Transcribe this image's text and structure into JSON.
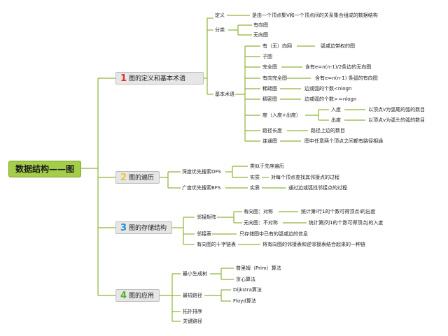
{
  "root": {
    "title": "数据结构——图"
  },
  "colors": {
    "branch_line": "#8fb53a",
    "root_fill": "#a4cd48",
    "section_fill": "#e6e6e6",
    "num1": "#e0302a",
    "num2": "#f0c430",
    "num3": "#1f8fd8",
    "num4": "#58b030"
  },
  "sections": [
    {
      "num": "1",
      "label": "图的定义和基本术语",
      "items": {
        "definition": {
          "label": "定义",
          "text": "是由一个顶点集V和一个顶点间的关系集合组成的数据结构"
        },
        "classification": {
          "label": "分类",
          "types": [
            "有向图",
            "无向图"
          ]
        },
        "basic_terms": {
          "label": "基本术语",
          "terms": [
            {
              "label": "有（无）向网",
              "desc": "弧或边带权的图"
            },
            {
              "label": "子图",
              "desc": ""
            },
            {
              "label": "完全图",
              "desc": "含有e=n(n-1)/2条边的无向图"
            },
            {
              "label": "有向完全图",
              "desc": "含有e=n(n-1) 条弧的有向图"
            },
            {
              "label": "稀疏图",
              "desc": "边或弧的个数<nlogn"
            },
            {
              "label": "稠密图",
              "desc": "边或弧的个数>＝nlogn"
            },
            {
              "label": "度（入度+出度）",
              "desc": ""
            },
            {
              "label": "路径长度",
              "desc": "路径上边的数目"
            },
            {
              "label": "连通图",
              "desc": "图中任意两个顶点之间都有路径相通"
            }
          ],
          "degree": [
            {
              "label": "入度",
              "desc": "以顶点v为弧尾的弧的数目"
            },
            {
              "label": "出度",
              "desc": "以顶点v为弧头的弧的数目"
            }
          ]
        }
      }
    },
    {
      "num": "2",
      "label": "图的遍历",
      "dfs": {
        "label": "深度优先搜索DFS",
        "items": [
          {
            "label": "类似于先序遍历",
            "desc": ""
          },
          {
            "label": "实质",
            "desc": "对每个顶点查找其邻接点的过程"
          }
        ]
      },
      "bfs": {
        "label": "广度优先搜索BFS",
        "items": [
          {
            "label": "实质",
            "desc": "通过边或弧找邻接点的过程"
          }
        ]
      }
    },
    {
      "num": "3",
      "label": "图的存储结构",
      "matrix": {
        "label": "邻接矩阵",
        "items": [
          {
            "label": "有向图：对称",
            "desc": "统计第i行1的个数可得顶点i的出度"
          },
          {
            "label": "无向图：不对称",
            "desc": "统计第j列1的个数可得顶点j的入度"
          }
        ]
      },
      "list": {
        "label": "邻接表",
        "desc": "只存储图中已有的弧或边的信息"
      },
      "cross": {
        "label": "有向图的十字链表",
        "desc": "将有向图的邻接表和逆邻接表结合起来的一种链"
      }
    },
    {
      "num": "4",
      "label": "图的应用",
      "mst": {
        "label": "最小生成树",
        "items": [
          "普里姆（Prim）算法",
          "贪心算法"
        ]
      },
      "shortest": {
        "label": "最短路径",
        "items": [
          "Dijkstra算法",
          "Floyd算法"
        ]
      },
      "topo": {
        "label": "拓扑排序"
      },
      "critical": {
        "label": "关键路径"
      }
    }
  ]
}
